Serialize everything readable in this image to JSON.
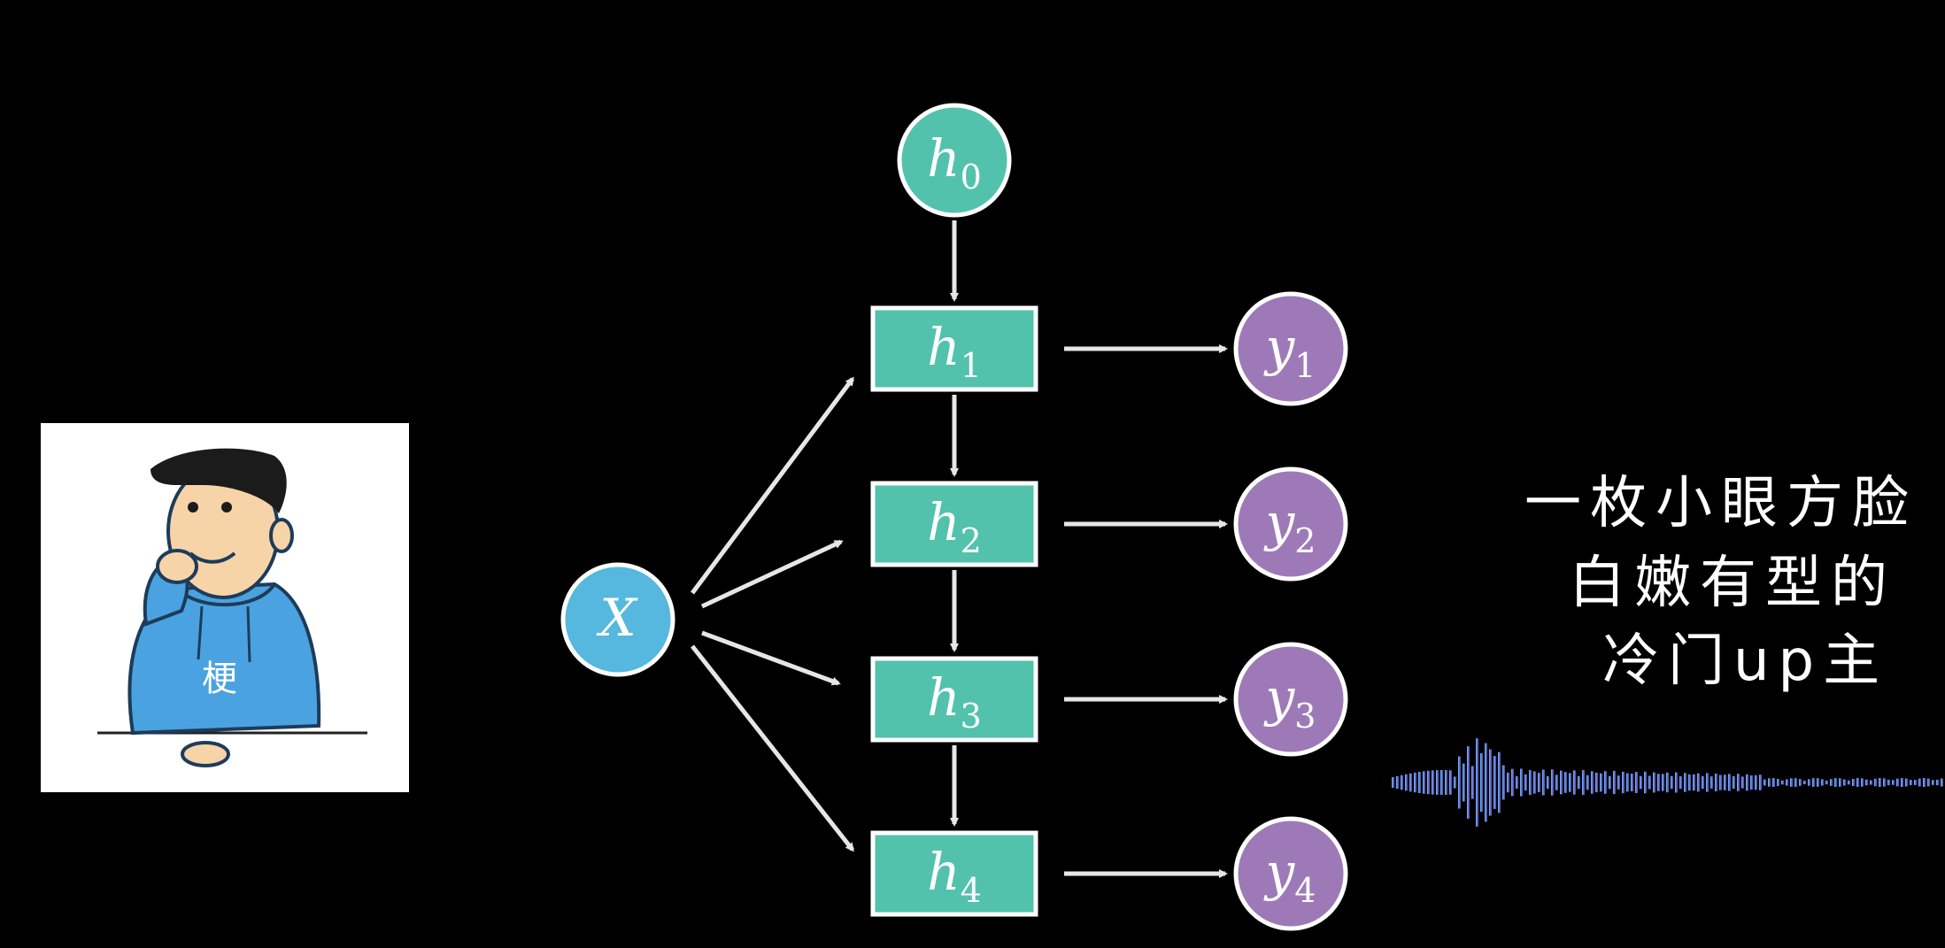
{
  "diagram": {
    "start_node": {
      "base": "h",
      "sub": "0"
    },
    "input_node": {
      "label": "X"
    },
    "hidden_nodes": [
      {
        "base": "h",
        "sub": "1"
      },
      {
        "base": "h",
        "sub": "2"
      },
      {
        "base": "h",
        "sub": "3"
      },
      {
        "base": "h",
        "sub": "4"
      }
    ],
    "output_nodes": [
      {
        "base": "y",
        "sub": "1"
      },
      {
        "base": "y",
        "sub": "2"
      },
      {
        "base": "y",
        "sub": "3"
      },
      {
        "base": "y",
        "sub": "4"
      }
    ],
    "colors": {
      "hidden": "#53c2ad",
      "input": "#56b8de",
      "output": "#9d7ab7",
      "arrow": "#e6e6e6",
      "stroke": "#ffffff"
    }
  },
  "mascot": {
    "shirt_text": "梗",
    "shirt_color": "#4aa3e0"
  },
  "caption": {
    "lines": [
      "一枚小眼方脸",
      "白嫩有型的",
      "冷门up主"
    ]
  }
}
